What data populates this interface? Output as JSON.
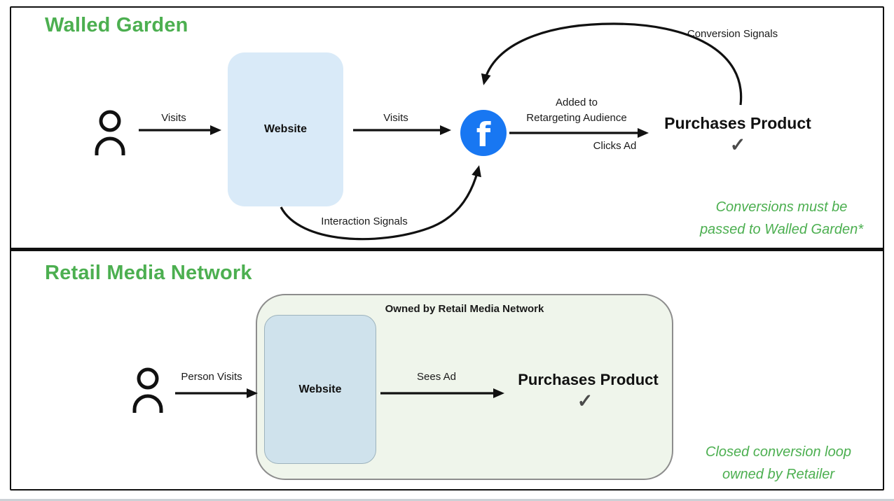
{
  "walled_garden": {
    "title": "Walled Garden",
    "visits_label_person": "Visits",
    "website_label": "Website",
    "visits_label_site": "Visits",
    "retargeting_line1": "Added to",
    "retargeting_line2": "Retargeting Audience",
    "clicks_ad_label": "Clicks Ad",
    "purchases_product": "Purchases Product",
    "purchase_check": "✓",
    "conversion_signals_label": "Conversion Signals",
    "interaction_signals_label": "Interaction Signals",
    "note_line1": "Conversions must be",
    "note_line2": "passed to Walled Garden*"
  },
  "retail_media_network": {
    "title": "Retail Media Network",
    "owned_by_label": "Owned by Retail Media Network",
    "person_visits_label": "Person Visits",
    "website_label": "Website",
    "sees_ad_label": "Sees Ad",
    "purchases_product": "Purchases Product",
    "purchase_check": "✓",
    "note_line1": "Closed conversion loop",
    "note_line2": "owned by Retailer"
  },
  "icons": {
    "facebook_letter": "f"
  },
  "colors": {
    "accent_green": "#4CAF50",
    "facebook_blue": "#1877F2",
    "website_box_blue": "#D9EAF8",
    "website_box_blue_dark": "#CFE2EC",
    "rmn_box_green": "#EFF5EB",
    "arrow_black": "#111111"
  }
}
